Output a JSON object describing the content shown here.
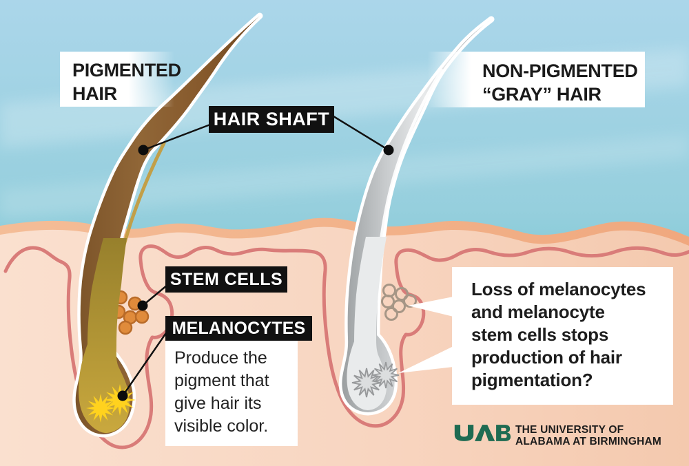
{
  "figure": {
    "left_label_lines": [
      "PIGMENTED",
      "HAIR"
    ],
    "right_label_lines": [
      "NON-PIGMENTED",
      "“GRAY” HAIR"
    ],
    "hair_shaft_label": "HAIR SHAFT",
    "stem_cells_label": "STEM CELLS",
    "melanocytes_label": "MELANOCYTES",
    "melanocytes_desc_lines": [
      "Produce the",
      "pigment that",
      "give hair its",
      "visible color."
    ],
    "gray_hair_note_lines": [
      "Loss of melanocytes",
      "and melanocyte",
      "stem cells stops",
      "production of hair",
      "pigmentation?"
    ]
  },
  "logo": {
    "acronym": "UAB",
    "name_line1": "THE UNIVERSITY OF",
    "name_line2": "ALABAMA AT BIRMINGHAM"
  },
  "colors": {
    "sky_top": "#ABD6EA",
    "sky_bottom": "#4FBAC5",
    "skin_fill": "#F8D9C5",
    "skin_band": "#F2B18A",
    "follicle_outline": "#D97C79",
    "pigmented_hair_brown": "#8A6134",
    "hair_inner_gold": "#B3932F",
    "gray_hair": "#C3C6C8",
    "melanin_yellow": "#FFD21E",
    "stem_cell_orange": "#E08B3B",
    "label_black": "#111111",
    "uab_green": "#1E6B52"
  }
}
